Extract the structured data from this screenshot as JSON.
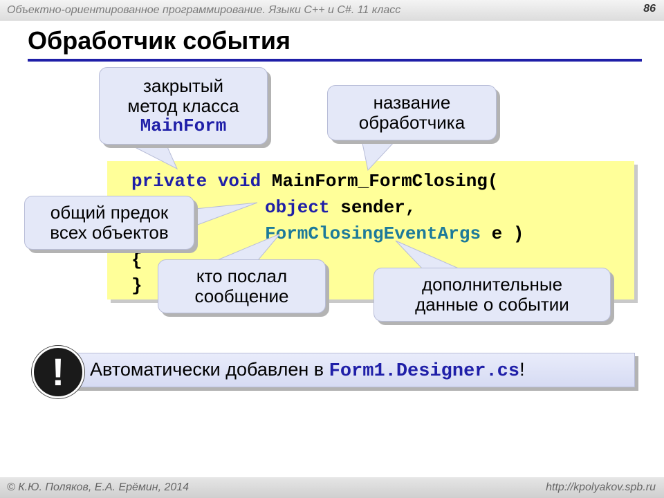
{
  "header": {
    "course": "Объектно-ориентированное программирование. Языки C++ и C#. 11 класс",
    "page_number": "86"
  },
  "title": "Обработчик события",
  "code": {
    "line1_kw": "private void",
    "line1_name": "MainForm_FormClosing",
    "line1_paren": "(",
    "line2_type": "object",
    "line2_param": "sender,",
    "line3_type": "FormClosingEventArgs",
    "line3_param": "e )",
    "line4": "{",
    "line5": "}"
  },
  "callouts": {
    "private_method": {
      "line1": "закрытый",
      "line2": "метод класса",
      "line3": "MainForm"
    },
    "handler_name": {
      "line1": "название",
      "line2": "обработчика"
    },
    "common_ancestor": {
      "line1": "общий предок",
      "line2": "всех объектов"
    },
    "sender": {
      "line1": "кто послал",
      "line2": "сообщение"
    },
    "extra_data": {
      "line1": "дополнительные",
      "line2": "данные о событии"
    }
  },
  "note": {
    "bang": "!",
    "text": "Автоматически добавлен в ",
    "file": "Form1.Designer.cs",
    "tail": "!"
  },
  "footer": {
    "author": "© К.Ю. Поляков, Е.А. Ерёмин, 2014",
    "url": "http://kpolyakov.spb.ru"
  },
  "colors": {
    "accent": "#1f1fa8",
    "code_background": "#ffff99",
    "callout_background": "#e4e8f8"
  }
}
